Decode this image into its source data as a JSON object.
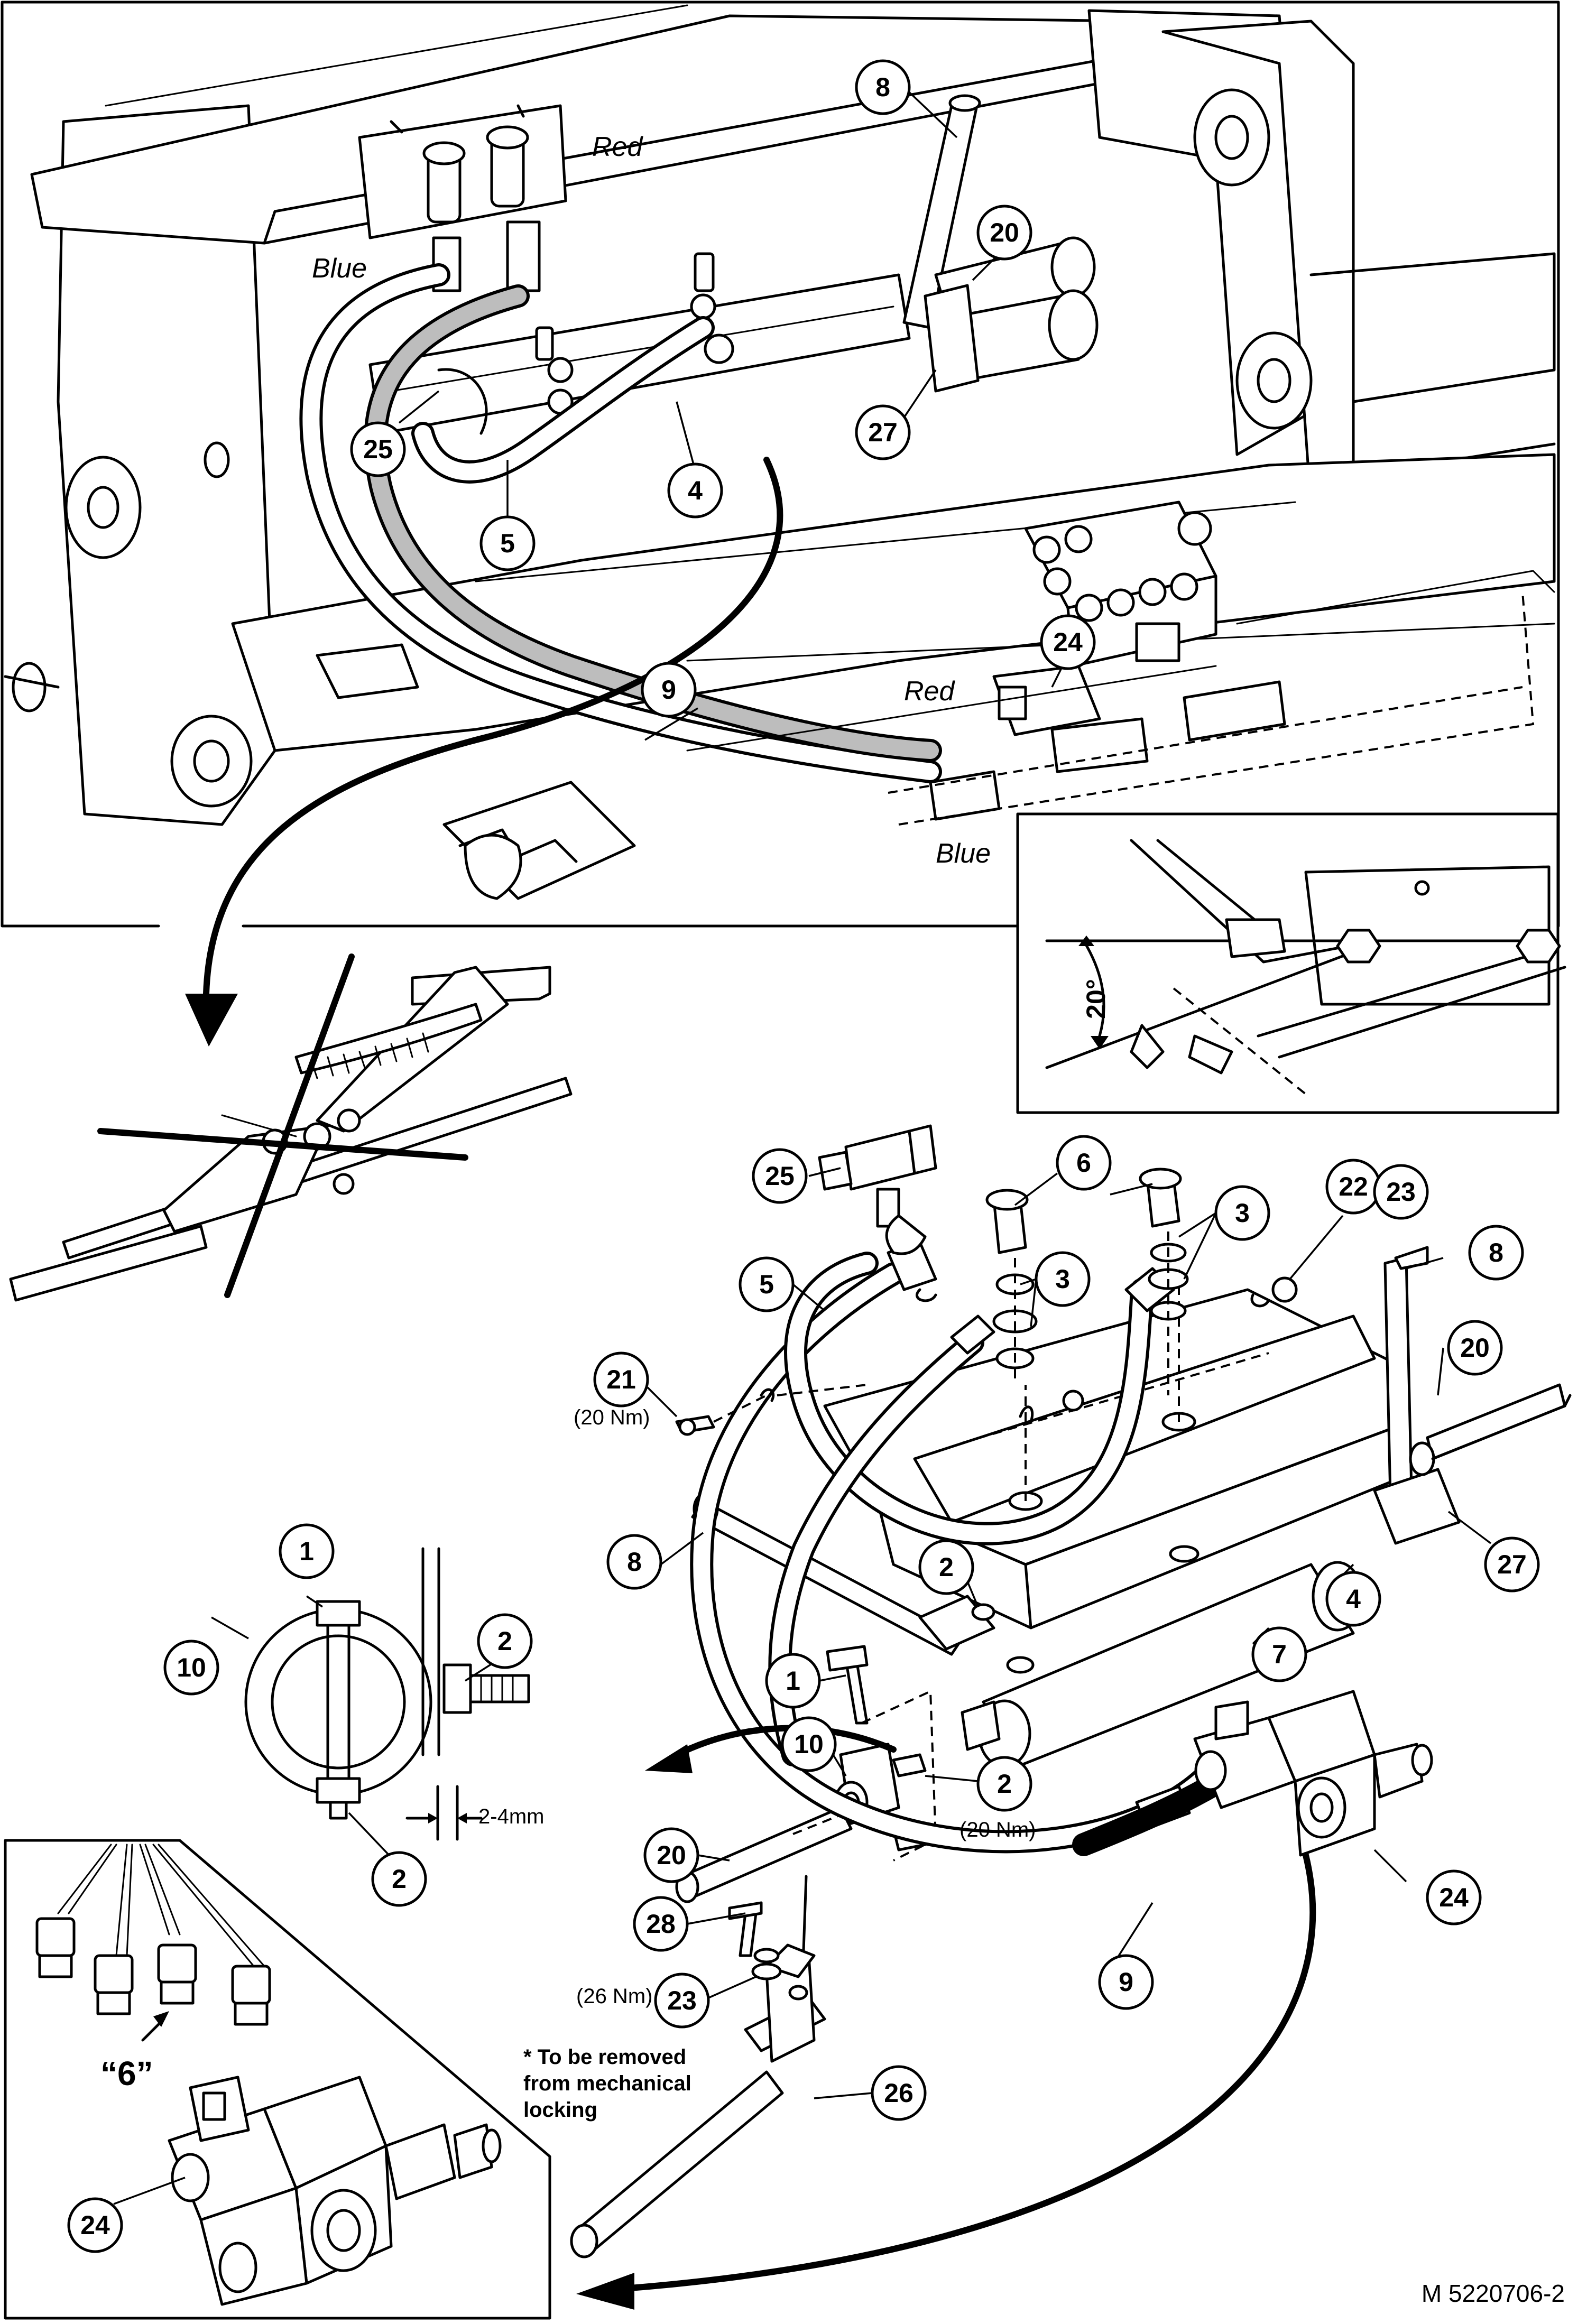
{
  "figure": {
    "reference": "M 5220706-2"
  },
  "colour_labels": {
    "red_top": "Red",
    "blue_top": "Blue",
    "red_valve": "Red",
    "blue_valve": "Blue"
  },
  "angle_label": "20°",
  "dimension_label": "2-4mm",
  "note": {
    "line1": "* To be removed",
    "line2": "from mechanical",
    "line3": "locking"
  },
  "connector_label": "“6”",
  "torques": {
    "p21": "(20 Nm)",
    "p2": "(20 Nm)",
    "p28": "(26 Nm)"
  },
  "callouts": {
    "c8_top": "8",
    "c20_top": "20",
    "c27_top": "27",
    "c25_top": "25",
    "c4_top": "4",
    "c5_top": "5",
    "c24_top": "24",
    "c9_top": "9",
    "c25_mid": "25",
    "c6": "6",
    "c3_a": "3",
    "c3_b": "3",
    "c22": "22",
    "c23_top": "23",
    "c8_right": "8",
    "c5_mid": "5",
    "c21": "21",
    "c20_right": "20",
    "c8_left": "8",
    "c2_mid": "2",
    "c4_mid": "4",
    "c27_mid": "27",
    "c7": "7",
    "c1_a": "1",
    "c10_a": "10",
    "c2_a": "2",
    "c1_b": "1",
    "c10_b": "10",
    "c2_b": "2",
    "c2_c": "2",
    "c20_low": "20",
    "c28": "28",
    "c23_low": "23",
    "c9_low": "9",
    "c24_low": "24",
    "c26": "26",
    "c24_inset": "24"
  }
}
